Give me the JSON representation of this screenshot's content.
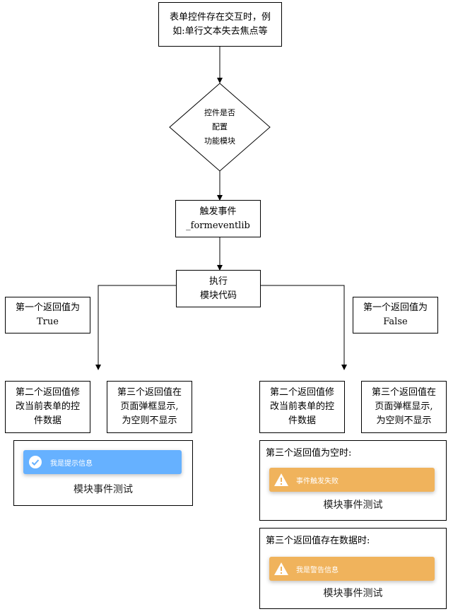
{
  "start": {
    "line1": "表单控件存在交互时，例",
    "line2": "如:单行文本失去焦点等"
  },
  "decision": {
    "line1": "控件是否",
    "line2": "配置",
    "line3": "功能模块"
  },
  "trigger": {
    "line1": "触发事件",
    "line2": "_formeventlib"
  },
  "execute": {
    "line1": "执行",
    "line2": "模块代码"
  },
  "left": {
    "label": {
      "line1": "第一个返回值为",
      "line2": "True"
    },
    "second": {
      "line1": "第二个返回值修",
      "line2": "改当前表单的控",
      "line3": "件数据"
    },
    "third": {
      "line1": "第三个返回值在",
      "line2": "页面弹框显示,",
      "line3": "为空则不显示"
    },
    "panel": {
      "toast": "我是提示信息",
      "caption": "模块事件测试"
    }
  },
  "right": {
    "label": {
      "line1": "第一个返回值为",
      "line2": "False"
    },
    "second": {
      "line1": "第二个返回值修",
      "line2": "改当前表单的控",
      "line3": "件数据"
    },
    "third": {
      "line1": "第三个返回值在",
      "line2": "页面弹框显示,",
      "line3": "为空则不显示"
    },
    "panel_empty": {
      "title": "第三个返回值为空时:",
      "toast": "事件触发失败",
      "caption": "模块事件测试"
    },
    "panel_data": {
      "title": "第三个返回值存在数据时:",
      "toast": "我是警告信息",
      "caption": "模块事件测试"
    }
  },
  "colors": {
    "info": "#66b1ff",
    "warning": "#f0b35c"
  }
}
